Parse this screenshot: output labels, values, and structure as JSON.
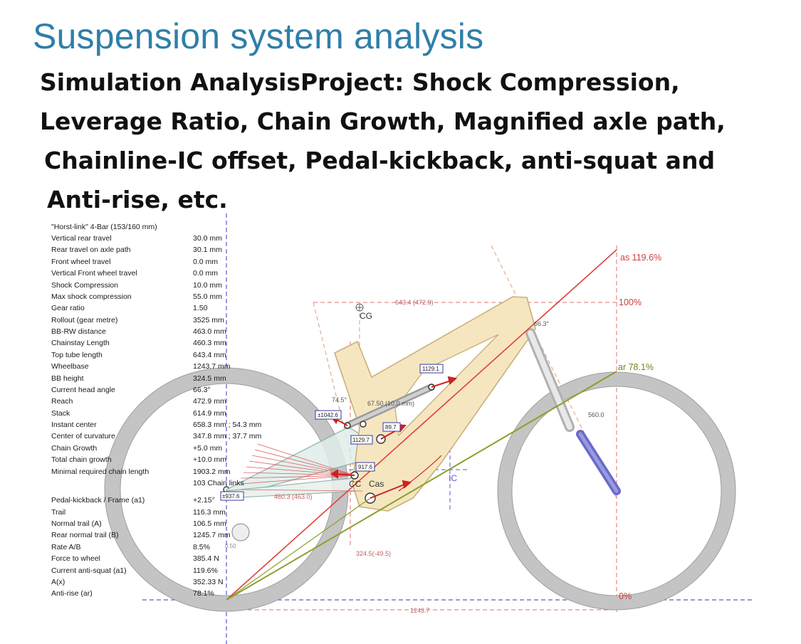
{
  "title": "Suspension system analysis",
  "subtitle_lines": [
    "Simulation AnalysisProject: Shock Compression,",
    "Leverage Ratio, Chain Growth, Magnified axle path,",
    "Chainline-IC offset, Pedal-kickback, anti-squat and",
    "Anti-rise, etc."
  ],
  "params": {
    "header": "\"Horst-link\" 4-Bar (153/160 mm)",
    "rows": [
      {
        "label": "Vertical rear travel",
        "value": "30.0 mm"
      },
      {
        "label": "Rear travel on axle path",
        "value": "30.1 mm"
      },
      {
        "label": "Front wheel travel",
        "value": "0.0 mm"
      },
      {
        "label": "Vertical Front wheel travel",
        "value": "0.0 mm"
      },
      {
        "label": "Shock Compression",
        "value": "10.0 mm"
      },
      {
        "label": "Max shock compression",
        "value": "55.0 mm"
      },
      {
        "label": "Gear ratio",
        "value": "1.50"
      },
      {
        "label": "Rollout (gear metre)",
        "value": "3525 mm"
      },
      {
        "label": "BB-RW distance",
        "value": "463.0 mm"
      },
      {
        "label": "Chainstay Length",
        "value": "460.3 mm"
      },
      {
        "label": "Top tube length",
        "value": "643.4 mm"
      },
      {
        "label": "Wheelbase",
        "value": "1243.7 mm"
      },
      {
        "label": "BB height",
        "value": "324.5 mm"
      },
      {
        "label": "Current head angle",
        "value": "66.3°"
      },
      {
        "label": "Reach",
        "value": "472.9 mm"
      },
      {
        "label": "Stack",
        "value": "614.9 mm"
      },
      {
        "label": "Instant center",
        "value": "658.3 mm ; 54.3 mm"
      },
      {
        "label": "Center of curvature",
        "value": "347.8 mm ; 37.7 mm"
      },
      {
        "label": "Chain Growth",
        "value": "+5.0 mm"
      },
      {
        "label": "Total chain growth",
        "value": "+10.0 mm"
      },
      {
        "label": "Minimal required chain length",
        "value": "1903.2 mm"
      },
      {
        "label": "",
        "value": "103 Chain links"
      }
    ],
    "rows2": [
      {
        "label": "Pedal-kickback / Frame (a1)",
        "value": "+2.15°"
      },
      {
        "label": "Trail",
        "value": "116.3 mm"
      },
      {
        "label": "Normal trail (A)",
        "value": "106.5 mm"
      },
      {
        "label": "Rear normal trail (B)",
        "value": "1245.7 mm"
      },
      {
        "label": "Rate A/B",
        "value": "8.5%"
      },
      {
        "label": "Force to wheel",
        "value": "385.4 N"
      },
      {
        "label": "Current anti-squat (a1)",
        "value": "119.6%"
      },
      {
        "label": "A(x)",
        "value": "352.33 N"
      },
      {
        "label": "Anti-rise (ar)",
        "value": "78.1%"
      }
    ]
  },
  "diagram": {
    "labels": {
      "as": "as 119.6%",
      "hundred": "100%",
      "ar": "ar 78.1%",
      "zero": "0%",
      "cg": "CG",
      "ic": "IC",
      "cc": "CC",
      "cas": "Cas",
      "top_tube": "643.4 (472.9)",
      "head_angle": "66.3°",
      "fork_len": "560.0",
      "wheelbase": "1243.7",
      "chainstay": "460.3 (463.0)",
      "bb_height": "324.5(-49.5)",
      "seat_angle": "74.5°",
      "shock_label": "67.50 (10.0 mm)",
      "rear_small": "0.50",
      "box_1129_1": "1129.1",
      "box_1042_6": "±1042.6",
      "box_89_7": "89.7",
      "box_1129_2": "1129.7",
      "box_917_6": "917.6",
      "box_937_6": "±937.6"
    },
    "colors": {
      "frame_fill": "#f5e6c0",
      "frame_stroke": "#c9b07a",
      "wheel": "#b8b8b8",
      "antisquat": "#e0403a",
      "antirise": "#8aa02a",
      "dims": "#e07070",
      "guide": "#5a5ad0",
      "fork_lower": "#6a6ac8",
      "swingarm_fill": "#dfeeea",
      "title": "#2f7fa8"
    }
  }
}
